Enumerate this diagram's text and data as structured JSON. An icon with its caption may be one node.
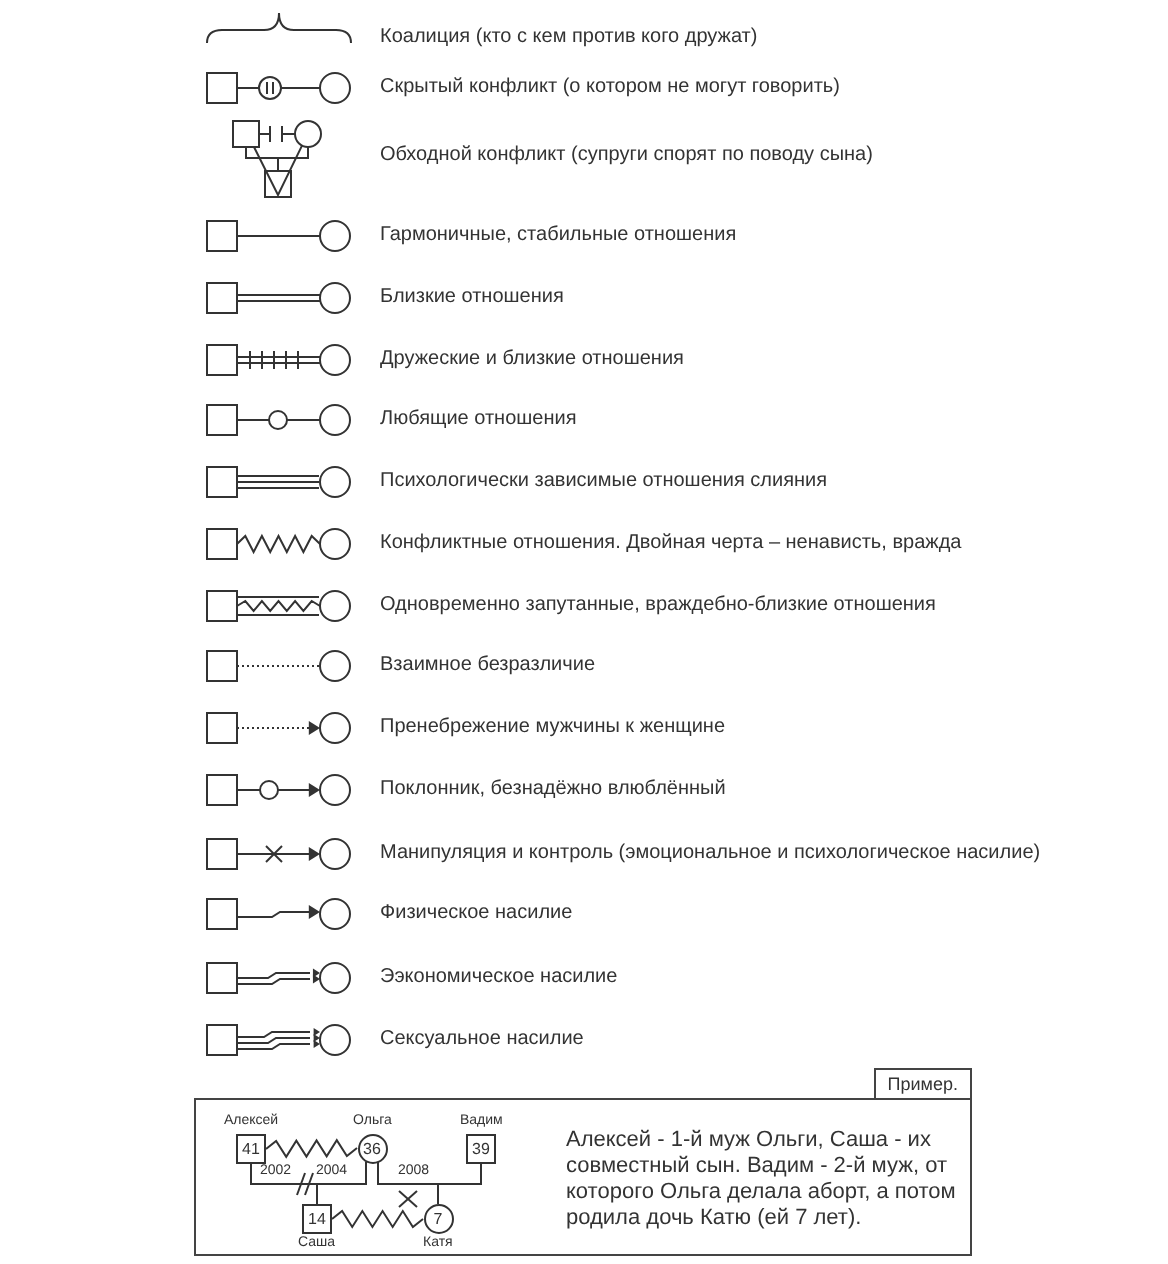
{
  "diagram": {
    "nodes": [
      {
        "text": [
          "Пример.",
          "Алексей - 1-й муж Ольги, Саша - их совместный сын. Вадим - 2-й муж, от которого Ольга делала аборт, а потом родила дочь Катю (ей 7 лет)."
        ]
      },
      {
        "text": [
          "41"
        ],
        "beside": [
          "Алексей"
        ],
        "in": 0
      },
      {
        "text": [
          "36"
        ],
        "beside": [
          "Ольга"
        ],
        "in": 0
      },
      {
        "text": [
          "39"
        ],
        "beside": [
          "Вадим"
        ],
        "in": 0
      },
      {
        "text": [
          "14"
        ],
        "beside": [
          "Саша"
        ],
        "in": 0
      },
      {
        "text": [
          "7"
        ],
        "beside": [
          "Катя"
        ],
        "in": 0
      }
    ],
    "edges": [
      {
        "from": 1,
        "to": 2,
        "arrow": "none"
      },
      {
        "from": 1,
        "to": 2,
        "arrow": "none"
      },
      {
        "from": 2,
        "to": 3,
        "arrow": "none"
      },
      {
        "from": 1,
        "to": 4,
        "arrow": "none"
      },
      {
        "from": 2,
        "to": 4,
        "arrow": "none"
      },
      {
        "from": 2,
        "to": 5,
        "arrow": "none"
      },
      {
        "from": 3,
        "to": 5,
        "arrow": "none"
      },
      {
        "from": 4,
        "to": 5,
        "arrow": "none"
      }
    ],
    "labels": [
      "2002",
      "2004",
      "2008"
    ],
    "legend": [
      {
        "text": "Коалиция (кто с кем против кого дружат)"
      },
      {
        "text": "Скрытый конфликт (о котором не могут говорить)"
      },
      {
        "text": "Обходной конфликт (супруги спорят по поводу сына)"
      },
      {
        "text": "Гармоничные, стабильные отношения"
      },
      {
        "text": "Близкие отношения"
      },
      {
        "text": "Дружеские и близкие отношения"
      },
      {
        "text": "Любящие отношения"
      },
      {
        "text": "Психологически зависимые отношения слияния"
      },
      {
        "text": "Конфликтные отношения. Двойная черта – ненависть, вражда"
      },
      {
        "text": "Одновременно запутанные, враждебно-близкие отношения"
      },
      {
        "text": "Взаимное безразличие"
      },
      {
        "text": "Пренебрежение мужчины к женщине"
      },
      {
        "text": "Поклонник, безнадёжно влюблённый"
      },
      {
        "text": "Манипуляция и контроль (эмоциональное и психологическое насилие)"
      },
      {
        "text": "Физическое насилие"
      },
      {
        "text": "Ээкономическое насилие"
      },
      {
        "text": "Сексуальное насилие"
      }
    ]
  }
}
